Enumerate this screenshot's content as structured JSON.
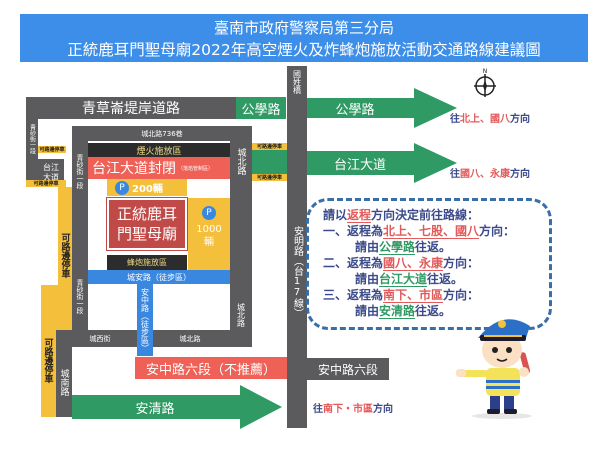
{
  "title": {
    "line1": "臺南市政府警察局第三分局",
    "line2": "正統鹿耳門聖母廟2022年高空煙火及炸蜂炮施放活動交通路線建議圖"
  },
  "compass": {
    "label": "N"
  },
  "roads": {
    "qingcao": "青草崙堤岸道路",
    "gongxue_left": "公學路",
    "gongxue_right": "公學路",
    "taijiang_right": "台江大道",
    "taijiang_left": "台江大道",
    "guoxing_bridge": "國姓橋",
    "qingsha_outer": "青砂街一段",
    "qingsha_inner": "青砂街一段",
    "qingsha_lower": "青砂街一段",
    "chengbei_lane": "城北路736巷",
    "chengbei_right": "城北路",
    "chengbei_lower": "城北路",
    "chengbei_bottom": "城北路",
    "anming": "安明路（台17線）",
    "chengan": "城安路（徒步區）",
    "anzhong_vertical": "安中路（徒步區）",
    "chengxi": "城西街",
    "chengnan": "城南路",
    "anzhong6_closed": "安中路六段（不推薦）",
    "anzhong6": "安中路六段",
    "anqing": "安清路"
  },
  "zones": {
    "fireworks": "煙火施放區",
    "closure": "台江大道封閉",
    "closure_sub": "（落焰管制區）",
    "firecracker": "蜂炮施放區",
    "temple": "正統鹿耳門聖母廟"
  },
  "parking": {
    "lot1_symbol": "P",
    "lot1_count": "200輛",
    "lot2_symbol": "P",
    "lot2_count": "1000輛",
    "roadside_tag": "可路邊停車",
    "roadside_vertical": "可路邊停車"
  },
  "directions": {
    "gongxue": {
      "pre": "往",
      "hl1": "北上",
      "sep": "、",
      "hl2": "國八",
      "post": "方向"
    },
    "taijiang": {
      "pre": "往",
      "hl1": "國八",
      "sep": "、",
      "hl2": "永康",
      "post": "方向"
    },
    "anqing": {
      "pre": "往",
      "hl1": "南下",
      "sep": "・",
      "hl2": "市區",
      "post": "方向"
    }
  },
  "notice": {
    "intro_pre": "請以",
    "intro_hl": "返程",
    "intro_post": "方向決定前往路線：",
    "items": [
      {
        "num": "一、",
        "pre": "返程為",
        "dest": "北上、七股、國八",
        "post": "方向：",
        "route_pre": "請由",
        "route": "公學路",
        "route_post": "往返。"
      },
      {
        "num": "二、",
        "pre": "返程為",
        "dest": "國八、永康",
        "post": "方向：",
        "route_pre": "請由",
        "route": "台江大道",
        "route_post": "往返。"
      },
      {
        "num": "三、",
        "pre": "返程為",
        "dest": "南下、市區",
        "post": "方向：",
        "route_pre": "請由",
        "route": "安清路",
        "route_post": "往返。"
      }
    ]
  },
  "colors": {
    "title_bg": "#3c8ee8",
    "road_gray": "#5b5b5d",
    "route_green": "#2f9a63",
    "closed_red": "#ef6157",
    "parking_yellow": "#f4bf3a",
    "pedestrian_blue": "#3a87e0",
    "temple_red": "#c04a48"
  }
}
